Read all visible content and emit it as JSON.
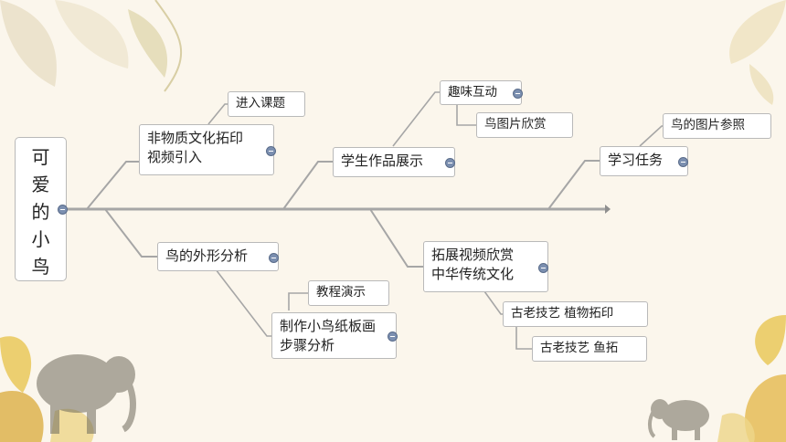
{
  "colors": {
    "background": "#fbf6ec",
    "connector": "#a6a6a6",
    "node_border": "#b9b9b9",
    "collapse_toggle": "#7b8fb0",
    "leaf_tint": "#e9d38f"
  },
  "mindmap": {
    "root": {
      "label": "可\n爱\n的\n小\n鸟"
    },
    "nodes": {
      "intro_video": {
        "label": "非物质文化拓印\n视频引入"
      },
      "enter_topic": {
        "label": "进入课题"
      },
      "bird_shape": {
        "label": "鸟的外形分析"
      },
      "tutorial": {
        "label": "教程演示"
      },
      "steps": {
        "label": "制作小鸟纸板画\n步骤分析"
      },
      "student_works": {
        "label": "学生作品展示"
      },
      "fun_interaction": {
        "label": "趣味互动"
      },
      "bird_pictures": {
        "label": "鸟图片欣赏"
      },
      "extend_video": {
        "label": "拓展视频欣赏\n中华传统文化"
      },
      "craft_plant": {
        "label": "古老技艺 植物拓印"
      },
      "craft_fish": {
        "label": "古老技艺 鱼拓"
      },
      "learning_task": {
        "label": "学习任务"
      },
      "bird_reference": {
        "label": "鸟的图片参照"
      }
    }
  }
}
